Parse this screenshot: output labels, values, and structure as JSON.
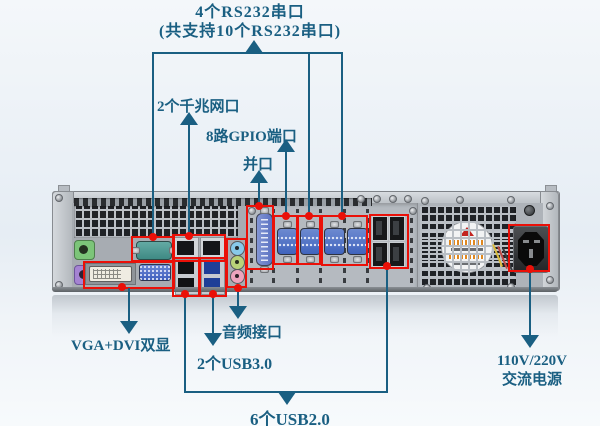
{
  "colors": {
    "annotation": "#1a5f82",
    "highlight_box": "#ea1008"
  },
  "callouts": {
    "rs232": {
      "line1": "4个RS232串口",
      "line2": "(共支持10个RS232串口)"
    },
    "lan": {
      "label": "2个千兆网口"
    },
    "gpio": {
      "label": "8路GPIO端口"
    },
    "parallel": {
      "label": "并口"
    },
    "vga_dvi": {
      "label": "VGA+DVI双显"
    },
    "audio": {
      "label": "音频接口"
    },
    "usb3": {
      "label": "2个USB3.0"
    },
    "usb2": {
      "label": "6个USB2.0"
    },
    "power": {
      "line1": "110V/220V",
      "line2": "交流电源"
    }
  }
}
